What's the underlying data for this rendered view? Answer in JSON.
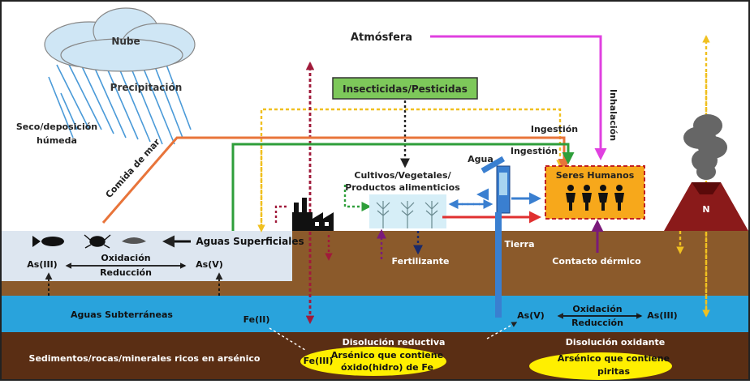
{
  "labels": {
    "cloud": "Nube",
    "precipitation": "Precipitación",
    "dry_wet_1": "Seco/deposición",
    "dry_wet_2": "húmeda",
    "atmosphere": "Atmósfera",
    "insecticides": "Insecticidas/Pesticidas",
    "inhalation": "Inhalación",
    "ingestion_1": "Ingestión",
    "ingestion_2": "Ingestión",
    "seafood": "Comida de mar",
    "water": "Agua",
    "crops_1": "Cultivos/Vegetales/",
    "crops_2": "Productos alimenticios",
    "humans": "Seres Humanos",
    "volcano_n": "N",
    "surface_waters": "Aguas Superficiales",
    "as3_left": "As(III)",
    "as5_left": "As(V)",
    "oxidation_left": "Oxidación",
    "reduction_left": "Reducción",
    "fertilizer": "Fertilizante",
    "land": "Tierra",
    "dermal": "Contacto dérmico",
    "groundwater": "Aguas Subterráneas",
    "fe2": "Fe(II)",
    "as5_right": "As(V)",
    "as3_right": "As(III)",
    "oxidation_right": "Oxidación",
    "reduction_right": "Reducción",
    "reductive_dissolution": "Disolución reductiva",
    "oxidative_dissolution": "Disolución oxidante",
    "sediments": "Sedimentos/rocas/minerales ricos en arsénico",
    "fe3": "Fe(III)",
    "arsenic_fe_1": "Arsénico que contiene",
    "arsenic_fe_2": "óxido(hidro) de Fe",
    "arsenic_pyrite_1": "Arsénico que contiene",
    "arsenic_pyrite_2": "piritas"
  },
  "colors": {
    "magenta": "#e040e0",
    "orange": "#e8743a",
    "green": "#2e9e3a",
    "yellow_dash": "#f0c020",
    "dark_red_dash": "#a01a3a",
    "red": "#e03030",
    "blue": "#3a7fd0",
    "humans_box": "#f7a81b",
    "insecticide_box": "#7dc85a",
    "surface_water": "#dde6f0",
    "groundwater": "#29a3dc",
    "soil": "#8b5a2b",
    "sediment": "#5a2e14",
    "ellipse": "#ffef00"
  },
  "icons": [
    "cloud-icon",
    "rain-icon",
    "factory-icon",
    "volcano-icon",
    "smoke-icon",
    "fish-icon",
    "crab-icon",
    "shrimp-icon",
    "plant-icon",
    "faucet-icon",
    "people-icon"
  ]
}
